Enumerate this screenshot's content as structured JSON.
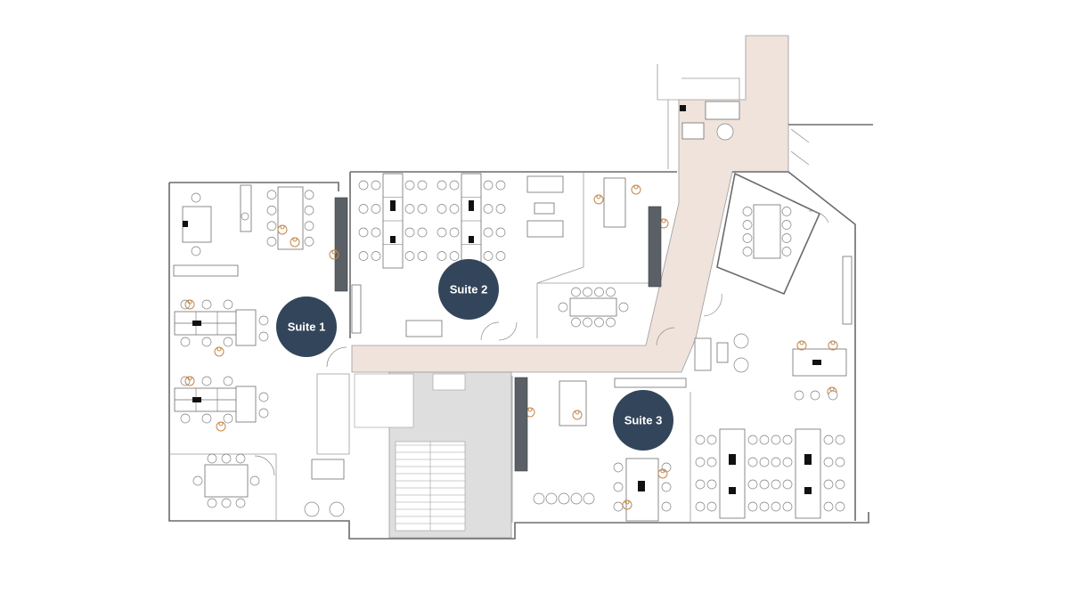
{
  "plan": {
    "suites": [
      {
        "id": "suite-1",
        "label": "Suite 1"
      },
      {
        "id": "suite-2",
        "label": "Suite 2"
      },
      {
        "id": "suite-3",
        "label": "Suite 3"
      }
    ]
  },
  "colors": {
    "suite_marker": "#33455a",
    "suite_label": "#ffffff",
    "corridor": "#efe3dc",
    "core": "#dedede",
    "storage": "#5b6066",
    "occupant": "#c6874a"
  }
}
